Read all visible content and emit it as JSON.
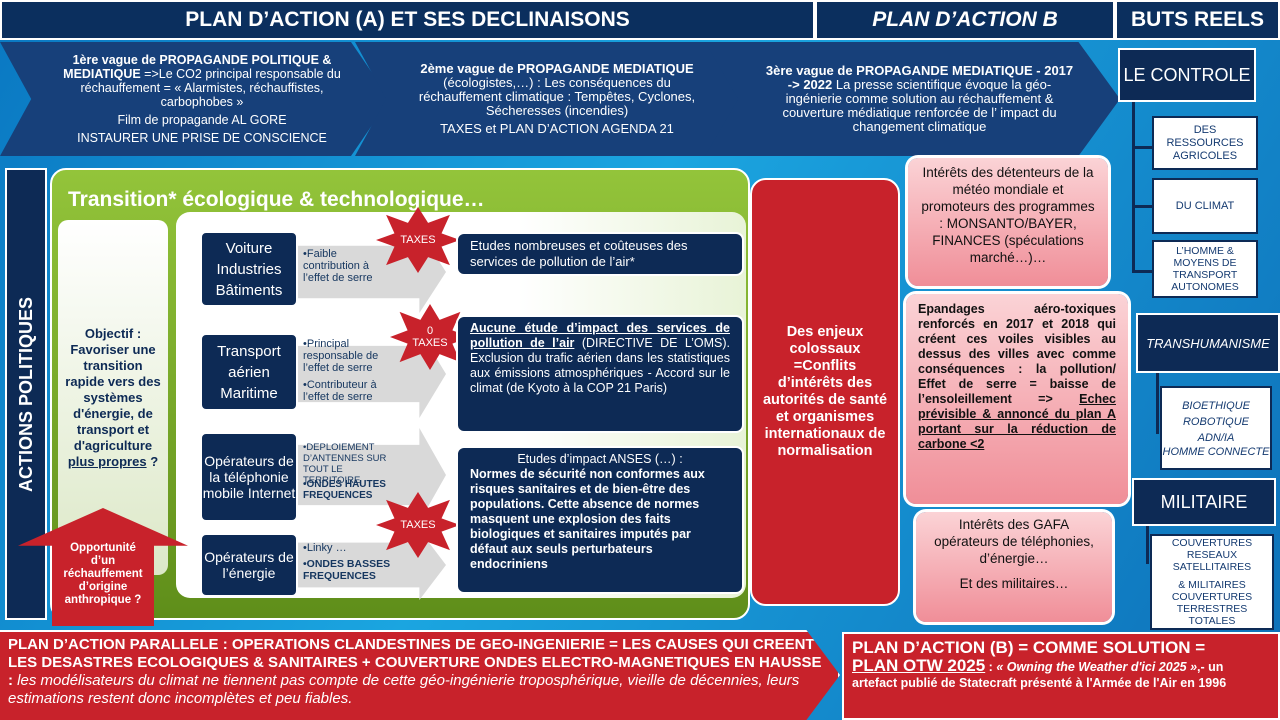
{
  "header": {
    "title_a": "PLAN D’ACTION (A) ET SES DECLINAISONS",
    "title_b": "PLAN D’ACTION B",
    "title_buts": "BUTS REELS"
  },
  "waves": {
    "w1_title": "1ère vague de PROPAGANDE POLITIQUE & MEDIATIQUE",
    "w1_body": " =>Le CO2 principal responsable du réchauffement = « Alarmistes, réchauffistes, carbophobes »",
    "w1_l2": "Film de propagande AL GORE",
    "w1_l3": "INSTAURER UNE PRISE DE CONSCIENCE",
    "w2_title": "2ème vague de PROPAGANDE MEDIATIQUE",
    "w2_body": " (écologistes,…) : Les conséquences du réchauffement climatique : Tempêtes, Cyclones, Sécheresses (incendies)",
    "w2_l2": "TAXES et PLAN D’ACTION AGENDA 21",
    "w3_title": "3ère vague de PROPAGANDE MEDIATIQUE - 2017 -> 2022",
    "w3_body": " La presse scientifique évoque la géo-ingénierie comme solution au réchauffement & couverture médiatique renforcée de l’ impact du changement climatique"
  },
  "left": {
    "actions_label": "ACTIONS POLITIQUES",
    "transition_title": "Transition* écologique & technologique…",
    "objectif_lead": "Objectif : Favoriser une transition rapide vers des systèmes d'énergie, de transport et d'agriculture ",
    "objectif_u": "plus propres",
    "objectif_end": " ?",
    "opportunite": "Opportunité d’un réchauffement d’origine anthropique ?"
  },
  "categories": {
    "c1": "Voiture Industries Bâtiments",
    "c2": "Transport aérien Maritime",
    "c3": "Opérateurs de la téléphonie mobile Internet",
    "c4": "Opérateurs de l’énergie"
  },
  "arrows": {
    "a1": "•Faible contribution à l’effet de serre",
    "a2a": "•Principal responsable de l’effet de serre",
    "a2b": "•Contributeur à l’effet de serre",
    "a3a": "•DEPLOIEMENT D’ANTENNES SUR TOUT LE TERRITOIRE",
    "a3b": "•ONDES HAUTES FREQUENCES",
    "a4a": "•Linky …",
    "a4b": "•ONDES BASSES FREQUENCES"
  },
  "taxes": {
    "t1": "TAXES",
    "t2": "0 TAXES",
    "t3": "TAXES"
  },
  "results": {
    "r1": "Etudes nombreuses et coûteuses des services de pollution de l’air*",
    "r2_u": "Aucune étude d’impact des services de pollution de l’air",
    "r2_body": " (DIRECTIVE DE L’OMS). Exclusion du trafic aérien dans les statistiques aux émissions atmosphériques - Accord sur le climat (de Kyoto à la COP 21 Paris)",
    "r3_title": "Etudes d’impact ANSES (…) :",
    "r3_body": "Normes de sécurité non conformes aux risques sanitaires et de bien-être des populations. Cette absence de normes masquent une explosion des faits biologiques et sanitaires imputés par défaut aux seuls perturbateurs endocriniens"
  },
  "center": {
    "enjeux": "Des enjeux colossaux =Conflits d’intérêts des autorités de santé et organismes internationaux de normalisation"
  },
  "planb": {
    "interets_meteo": "Intérêts des détenteurs de la météo mondiale et promoteurs des programmes : MONSANTO/BAYER, FINANCES (spéculations marché…)…",
    "epandages_body": "Epandages aéro-toxiques renforcés en 2017 et 2018 qui créent ces voiles visibles au dessus des villes avec comme conséquences : la pollution/ Effet de serre = baisse de l’ensoleillement => ",
    "epandages_u": "Echec prévisible & annoncé du plan A portant sur la réduction de carbone <2",
    "gafa": "Intérêts des GAFA opérateurs de téléphonies, d’énergie…",
    "gafa_l2": "Et des militaires…"
  },
  "buts": {
    "controle": "LE CONTROLE",
    "ressources": "DES RESSOURCES AGRICOLES",
    "climat": "DU CLIMAT",
    "homme": "L’HOMME & MOYENS DE TRANSPORT AUTONOMES",
    "transhumanisme": "TRANSHUMANISME",
    "bio": "BIOETHIQUE",
    "robo": "ROBOTIQUE",
    "adn": "ADN/IA",
    "homme_connecte": "HOMME CONNECTE",
    "militaire": "MILITAIRE",
    "couv1": "COUVERTURES RESEAUX SATELLITAIRES",
    "couv2": "& MILITAIRES COUVERTURES TERRESTRES TOTALES"
  },
  "footer": {
    "parallele_caps": "PLAN D’ACTION PARALLELE : OPERATIONS CLANDESTINES DE GEO-INGENIERIE = LES CAUSES QUI CREENT LES DESASTRES ECOLOGIQUES & SANITAIRES + COUVERTURE ONDES ELECTRO-MAGNETIQUES EN HAUSSE :",
    "parallele_italic": " les modélisateurs du climat ne tiennent pas compte de cette géo-ingénierie troposphérique, vieille de décennies, leurs estimations restent donc incomplètes et peu fiables.",
    "planb_title": "PLAN D’ACTION (B) = COMME SOLUTION =",
    "planb_otw": "PLAN OTW 2025",
    "planb_sep": " : ",
    "planb_italic": "« Owning the Weather d'ici 2025 »",
    "planb_rest": ",- un artefact publié de Statecraft présenté à l'Armée de l'Air en 1996"
  }
}
